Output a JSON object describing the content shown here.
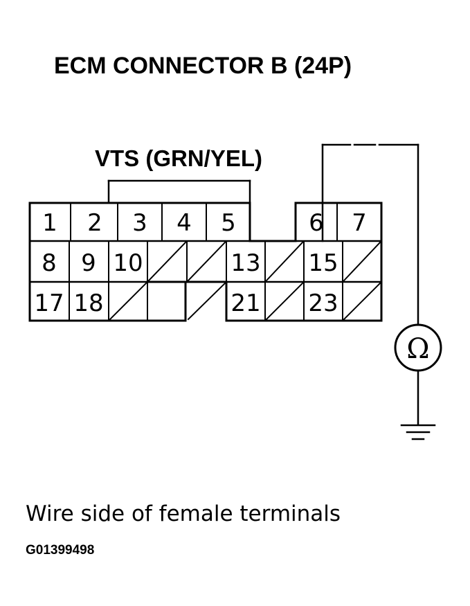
{
  "title": "ECM CONNECTOR B (24P)",
  "wire_label": "VTS (GRN/YEL)",
  "caption": "Wire side of female terminals",
  "figure_id": "G01399498",
  "meter_symbol": "Ω",
  "icons": {
    "meter": "ohmmeter-icon",
    "ground": "ground-icon"
  },
  "terminals": [
    {
      "label": "1"
    },
    {
      "label": "2"
    },
    {
      "label": "3"
    },
    {
      "label": "4"
    },
    {
      "label": "5"
    },
    {
      "label": "6"
    },
    {
      "label": "7"
    },
    {
      "label": "8"
    },
    {
      "label": "9"
    },
    {
      "label": "10"
    },
    {
      "label": "13"
    },
    {
      "label": "15"
    },
    {
      "label": "17"
    },
    {
      "label": "18"
    },
    {
      "label": "21"
    },
    {
      "label": "23"
    }
  ]
}
